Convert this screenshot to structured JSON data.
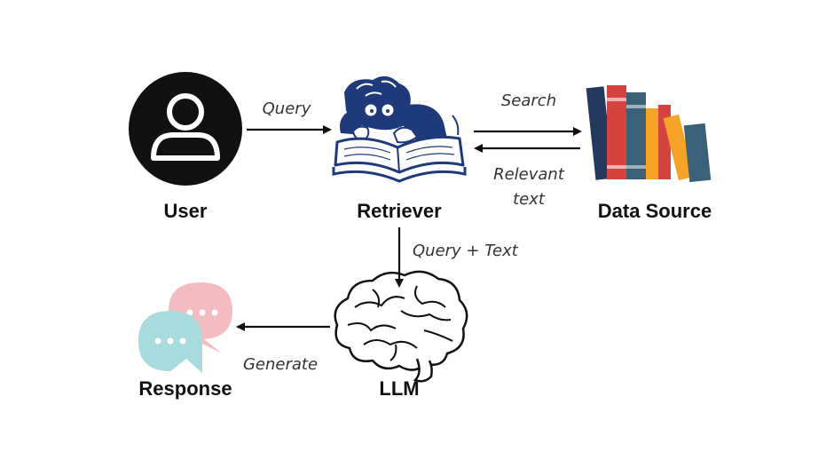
{
  "nodes": {
    "user": {
      "label": "User",
      "icon": "user-avatar-icon"
    },
    "retriever": {
      "label": "Retriever",
      "icon": "reader-with-book-icon"
    },
    "data_source": {
      "label": "Data Source",
      "icon": "books-icon"
    },
    "llm": {
      "label": "LLM",
      "icon": "brain-icon"
    },
    "response": {
      "label": "Response",
      "icon": "chat-bubbles-icon"
    }
  },
  "edges": {
    "query": "Query",
    "search": "Search",
    "relevant_text_line1": "Relevant",
    "relevant_text_line2": "text",
    "query_plus_text": "Query + Text",
    "generate": "Generate"
  },
  "colors": {
    "arrow": "#111111",
    "book_navy": "#233a5e",
    "book_red": "#d5433f",
    "book_orange": "#f5a326",
    "book_blue": "#3a6178",
    "retriever_blue": "#1f3a7a",
    "bubble_pink": "#f3bcc0",
    "bubble_teal": "#a8dbe0"
  }
}
